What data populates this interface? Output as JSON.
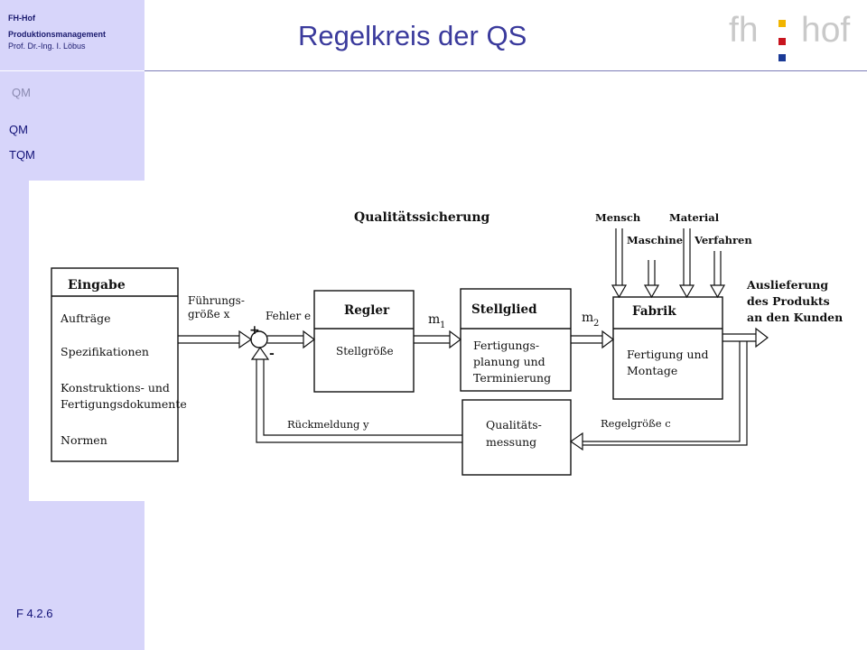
{
  "sidebar": {
    "org": "FH-Hof",
    "program": "Produktionsmanagement",
    "author": "Prof. Dr.-Ing. I. Löbus",
    "section": "QM",
    "nav": [
      {
        "label": "QM"
      },
      {
        "label": "TQM"
      }
    ],
    "slide_number": "F 4.2.6"
  },
  "header": {
    "title": "Regelkreis der QS",
    "logo_left": "fh",
    "logo_right": "hof"
  },
  "diagram": {
    "heading": "Qualitätssicherung",
    "eingabe": {
      "title": "Eingabe",
      "items": [
        "Aufträge",
        "Spezifikationen",
        "Konstruktions- und",
        "Fertigungsdokumente",
        "Normen"
      ]
    },
    "fuehrung_1": "Führungs-",
    "fuehrung_2": "größe x",
    "plus": "+",
    "minus": "-",
    "fehler": "Fehler e",
    "regler": {
      "title": "Regler",
      "body": "Stellgröße"
    },
    "m1": "m",
    "m1_sub": "1",
    "stellglied": {
      "title": "Stellglied",
      "body_1": "Fertigungs-",
      "body_2": "planung und",
      "body_3": "Terminierung"
    },
    "m2": "m",
    "m2_sub": "2",
    "fabrik": {
      "title": "Fabrik",
      "body_1": "Fertigung und",
      "body_2": "Montage"
    },
    "inputs": [
      "Mensch",
      "Material",
      "Maschine",
      "Verfahren"
    ],
    "output_1": "Auslieferung",
    "output_2": "des Produkts",
    "output_3": "an den Kunden",
    "messung_1": "Qualitäts-",
    "messung_2": "messung",
    "regelgroesse": "Regelgröße  c",
    "rueckmeldung": "Rückmeldung  y"
  }
}
